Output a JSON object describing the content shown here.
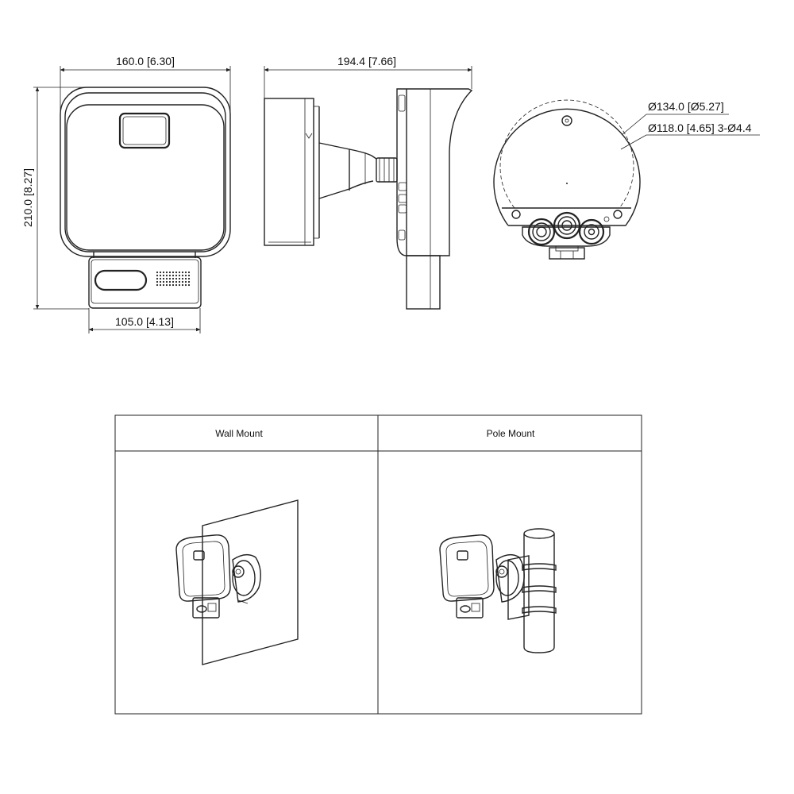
{
  "dimensions": {
    "front_width": "160.0 [6.30]",
    "front_height": "210.0 [8.27]",
    "base_width": "105.0 [4.13]",
    "side_depth": "194.4 [7.66]",
    "mount_outer_diameter": "Ø134.0 [Ø5.27]",
    "mount_inner_diameter": "Ø118.0 [4.65] 3-Ø4.4"
  },
  "mount_table": {
    "headers": [
      "Wall Mount",
      "Pole Mount"
    ]
  },
  "colors": {
    "line": "#222222",
    "background": "#ffffff"
  }
}
